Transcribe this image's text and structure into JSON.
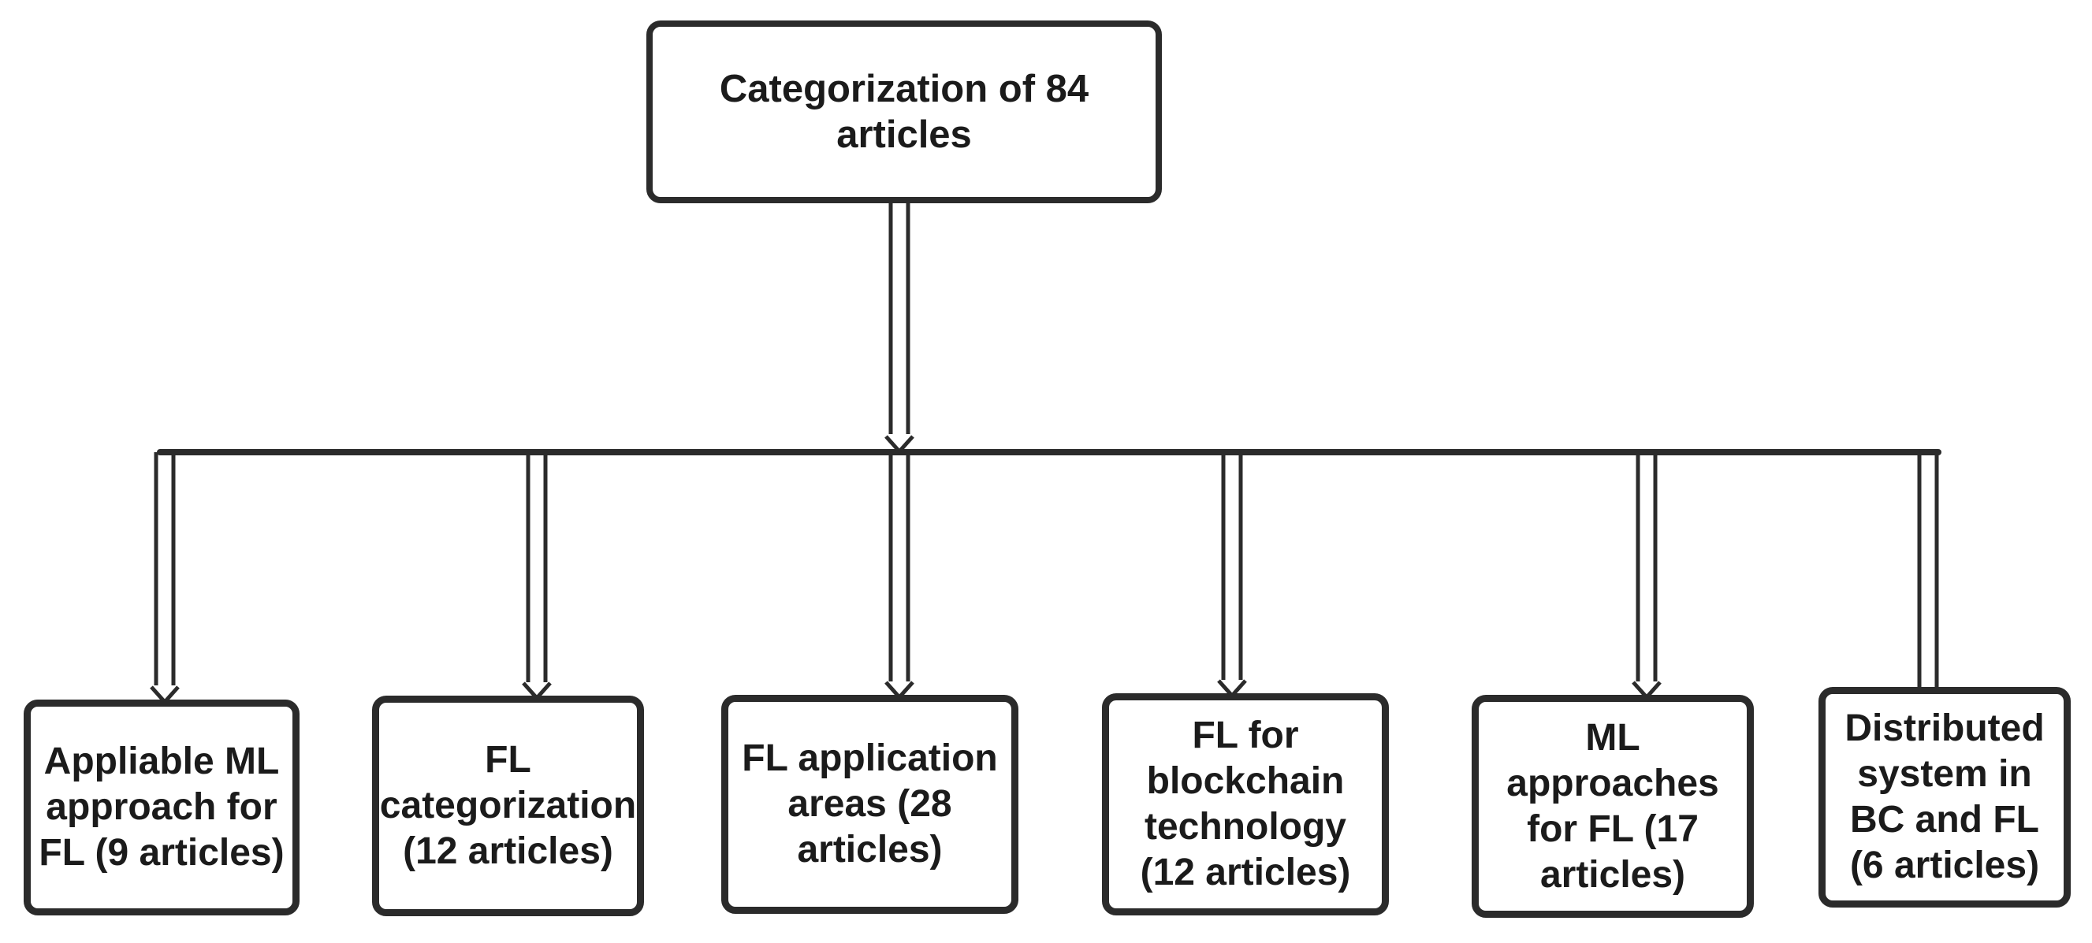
{
  "diagram": {
    "title": "Categorization of articles flowchart",
    "root": {
      "label": "Categorization of 84\narticles",
      "total_articles": 84
    },
    "children": [
      {
        "label": "Appliable ML\napproach for\nFL (9 articles)",
        "articles": 9
      },
      {
        "label": "FL\ncategorization\n(12 articles)",
        "articles": 12
      },
      {
        "label": "FL application\nareas (28\narticles)",
        "articles": 28
      },
      {
        "label": "FL for\nblockchain\ntechnology\n(12 articles)",
        "articles": 12
      },
      {
        "label": "ML\napproaches\nfor FL (17\narticles)",
        "articles": 17
      },
      {
        "label": "Distributed\nsystem in\nBC and FL\n(6 articles)",
        "articles": 6
      }
    ],
    "colors": {
      "line": "#2b2b2b",
      "text": "#1b1b1b",
      "bg": "#ffffff",
      "fill": "#ffffff"
    }
  }
}
